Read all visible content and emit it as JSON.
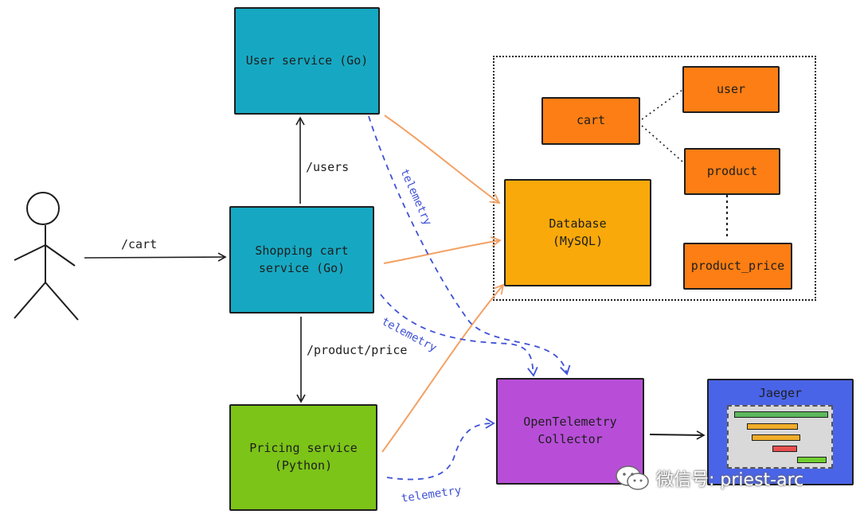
{
  "user": {
    "icon": "stick-figure-user-icon"
  },
  "services": {
    "user_service": "User service (Go)",
    "shopping_cart": "Shopping cart\nservice (Go)",
    "pricing": "Pricing service\n(Python)",
    "otel_collector": "OpenTelemetry\nCollector",
    "jaeger": "Jaeger",
    "database": "Database\n(MySQL)"
  },
  "tables": {
    "cart": "cart",
    "user": "user",
    "product": "product",
    "product_price": "product_price"
  },
  "edges": {
    "cart": "/cart",
    "users": "/users",
    "product_price": "/product/price",
    "telemetry_1": "telemetry",
    "telemetry_2": "telemetry",
    "telemetry_3": "telemetry"
  },
  "watermark": {
    "text": "微信号: priest-arc",
    "icon": "wechat-icon"
  },
  "colors": {
    "user_service": "#16a8c2",
    "shopping_cart": "#16a8c2",
    "pricing": "#7cc418",
    "database": "#f9a90a",
    "tables": "#fd7e14",
    "otel_collector": "#b84ed8",
    "jaeger": "#4a64e8",
    "http_arrow": "#1e1e1e",
    "db_arrow": "#f3a164",
    "telemetry": "#3f51d6"
  }
}
